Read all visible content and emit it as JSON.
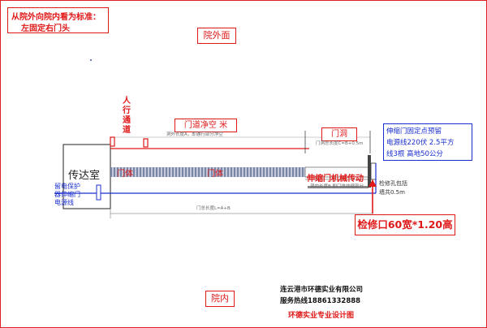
{
  "header_note": {
    "line1": "从院外向院内看为标准：",
    "line2": "左固定右门头"
  },
  "outside_label": "院外面",
  "inside_label": "院内",
  "pedestrian_label": "人行通道",
  "clear_width_label": "门道净空 米",
  "opening_label": "门洞",
  "guard_room_label": "传达室",
  "gate_body_labels": [
    "门体",
    "门体"
  ],
  "motor_label": "伸缩门机械传动",
  "power_box": {
    "line1": "伸缩门固定点预留",
    "line2": "电源线220伏 2.5平方",
    "line3": "线3根 高地50公分"
  },
  "protection_note": {
    "line1": "留电保护",
    "line2": "器伸缩门",
    "line3": "电源线"
  },
  "dim_outside": "洞外长度A，即通行部分净空",
  "dim_total_top": "门洞总长度C=B+0.5m",
  "dim_inner": "洞内长度B 即门体收缩部分",
  "dim_total": "门总长度L=A+B",
  "maintenance_hole": {
    "line1": "检修孔包括",
    "line2": "墙共0.5m"
  },
  "maintenance_size": "检修口60宽*1.20高",
  "company": {
    "name": "连云港市环德实业有限公司",
    "hotline": "服务热线18861332888"
  },
  "footer_title": "环德实业专业设计图",
  "colors": {
    "accent": "#e01818",
    "blue": "#1a2fd0",
    "gate": "#7a86a8"
  }
}
